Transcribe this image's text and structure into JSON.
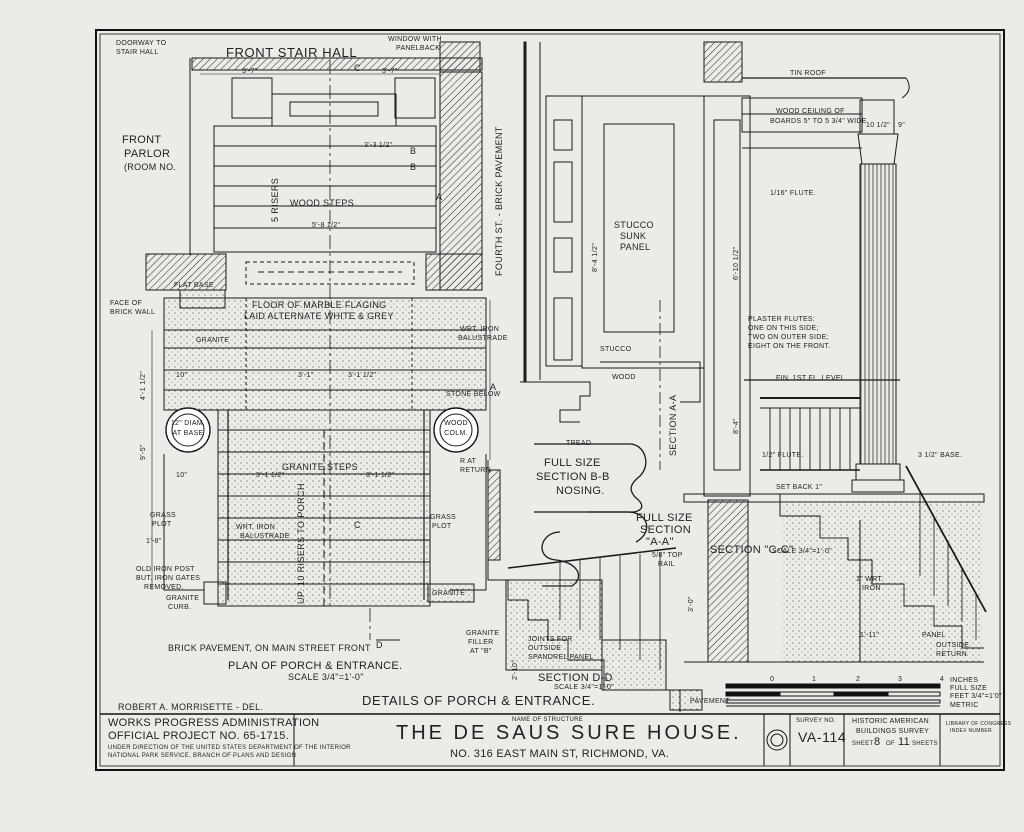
{
  "plan": {
    "doorway": [
      "DOORWAY TO",
      "STAIR HALL"
    ],
    "window": [
      "WINDOW WITH",
      "PANELBACK"
    ],
    "front_stair_hall": "FRONT   STAIR HALL",
    "front_parlor": [
      "FRONT",
      "PARLOR",
      "(ROOM NO."
    ],
    "wood_steps": "WOOD STEPS",
    "risers": "5 RISERS",
    "flat_base": "FLAT BASE",
    "face_of_brick_wall": [
      "FACE OF",
      "BRICK WALL"
    ],
    "floor_of_marble": [
      "FLOOR OF MARBLE FLAGING",
      "LAID ALTERNATE WHITE & GREY"
    ],
    "granite": "GRANITE",
    "wrt_iron_balustrade_top": [
      "WRT. IRON",
      "BALUSTRADE"
    ],
    "stone_below": "STONE BELOW",
    "column_base_left": [
      "12\" DIAM.",
      "AT BASE"
    ],
    "wood_column": [
      "WOOD",
      "COLM."
    ],
    "r_at_return": [
      "R AT",
      "RETURN"
    ],
    "granite_steps": "GRANITE STEPS",
    "grass_plot_left": [
      "GRASS",
      "PLOT"
    ],
    "grass_plot_right": [
      "GRASS",
      "PLOT"
    ],
    "wrt_iron_balustrade": [
      "WRT. IRON",
      "BALUSTRADE"
    ],
    "up_risers": "UP. 10 RISERS TO PORCH",
    "old_iron_post": [
      "OLD IRON POST",
      "BUT. IRON GATES",
      "REMOVED."
    ],
    "granite_curb": [
      "GRANITE",
      "CURB."
    ],
    "granite_bottom": "GRANITE",
    "brick_pavement": "BRICK PAVEMENT, ON MAIN STREET FRONT",
    "fourth_st": "FOURTH ST. - BRICK PAVEMENT",
    "plan_title": "PLAN OF PORCH & ENTRANCE.",
    "plan_scale": "SCALE 3/4\"=1'-0\"",
    "dims": [
      "3'-7\"",
      "3'-7\"",
      "3'-3 1/2\"",
      "5'-8 1/2\"",
      "4'-1 1/2\"",
      "9'-5\"",
      "3'-1\"",
      "3'-1 1/2\"",
      "3'-1 1/2\"",
      "3'-1 1/2\"",
      "10\"",
      "10\"",
      "1'-8\"",
      "2'-10\""
    ],
    "section_marks": [
      "C",
      "C",
      "D",
      "B",
      "B",
      "A",
      "A"
    ]
  },
  "elevation": {
    "tin_roof": "TIN ROOF",
    "wood_ceiling": [
      "WOOD CEILING OF",
      "BOARDS 5\" TO 5 3/4\" WIDE"
    ],
    "flute": "1/16\" FLUTE.",
    "stucco_sunk_panel": [
      "STUCCO",
      "SUNK",
      "PANEL"
    ],
    "stucco": "STUCCO",
    "wood": "WOOD",
    "section_aa": "SECTION A-A",
    "plaster_flutes": [
      "PLASTER FLUTES:",
      "ONE ON THIS SIDE;",
      "TWO ON OUTER SIDE;",
      "EIGHT ON THE FRONT."
    ],
    "fin_floor": "FIN. 1ST FL. LEVEL",
    "flute_lower": "1/2\" FLUTE.",
    "base": "3 1/2\" BASE.",
    "set_back": "SET BACK 1\"",
    "tread": "TREAD",
    "full_size_bb": [
      "FULL SIZE",
      "SECTION B-B",
      "NOSING."
    ],
    "full_size_aa": [
      "FULL SIZE",
      "SECTION",
      "\"A-A\""
    ],
    "top_rail": [
      "5/8\" TOP",
      "RAIL"
    ],
    "section_cc": "SECTION \"C-C\"",
    "section_cc_scale": "SCALE 3/4\"=1'-0\"",
    "wrt_iron": [
      "1\" WRT.",
      "IRON"
    ],
    "panel": "PANEL",
    "outside_return": [
      "OUTSIDE",
      "RETURN"
    ],
    "granite_filler": [
      "GRANITE",
      "FILLER",
      "AT \"B\""
    ],
    "joints_spandrel": [
      "JOINTS FOR",
      "OUTSIDE",
      "SPANDREL PANEL"
    ],
    "section_dd": "SECTION D-D",
    "section_dd_scale": "SCALE 3/4\"=1'-0\"",
    "pavement": "PAVEMENT",
    "dims": [
      "10 1/2\"",
      "9\"",
      "8'-4 1/2\"",
      "6'-10 1/2\"",
      "8'-4\"",
      "3'-0\"",
      "1'-11\""
    ]
  },
  "scale_bar": {
    "ticks": [
      "0",
      "1",
      "2",
      "3",
      "4"
    ],
    "labels": [
      "INCHES",
      "FULL SIZE",
      "FEET 3/4\"=1'0\"",
      "METRIC"
    ]
  },
  "footer": {
    "drawing_title": "DETAILS OF PORCH & ENTRANCE.",
    "delineator": "ROBERT A. MORRISETTE - DEL.",
    "wpa": "WORKS PROGRESS ADMINISTRATION",
    "project": "OFFICIAL PROJECT NO. 65-1715.",
    "under_direction": "UNDER DIRECTION OF THE UNITED STATES DEPARTMENT OF THE INTERIOR",
    "nps": "NATIONAL PARK SERVICE, BRANCH OF PLANS AND DESIGN",
    "name_of_structure_label": "NAME OF STRUCTURE",
    "structure_name": "THE DE SAUS SURE HOUSE.",
    "address": "NO. 316 EAST MAIN ST, RICHMOND, VA.",
    "survey_no_label": "SURVEY NO.",
    "survey_no": "VA-114",
    "habs_line1": "HISTORIC AMERICAN",
    "habs_line2": "BUILDINGS SURVEY",
    "sheet_label": "SHEET",
    "sheet_no": "8",
    "sheet_of": "OF",
    "sheet_total": "11",
    "sheets_label": "SHEETS",
    "library_label": [
      "LIBRARY OF CONGRESS",
      "INDEX NUMBER"
    ]
  },
  "colors": {
    "paper": "#ecebe7",
    "ink": "#1b1b1b",
    "hatch": "#3a3a3a"
  }
}
